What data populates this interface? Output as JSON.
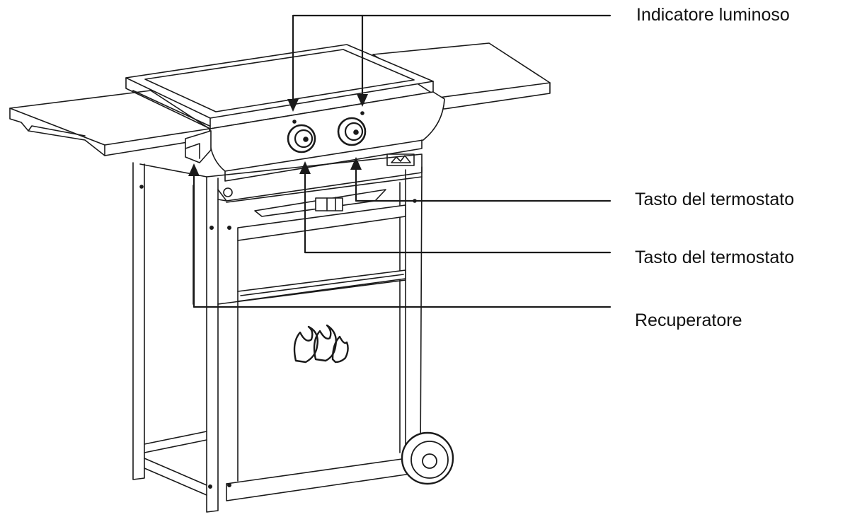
{
  "labels": {
    "indicator": "Indicatore luminoso",
    "thermostat_upper": "Tasto del termostato",
    "thermostat_lower": "Tasto del termostato",
    "drip_tray": "Recuperatore"
  },
  "colors": {
    "line": "#1a1a1a",
    "panel_fill": "#ffffff",
    "text": "#111111"
  }
}
